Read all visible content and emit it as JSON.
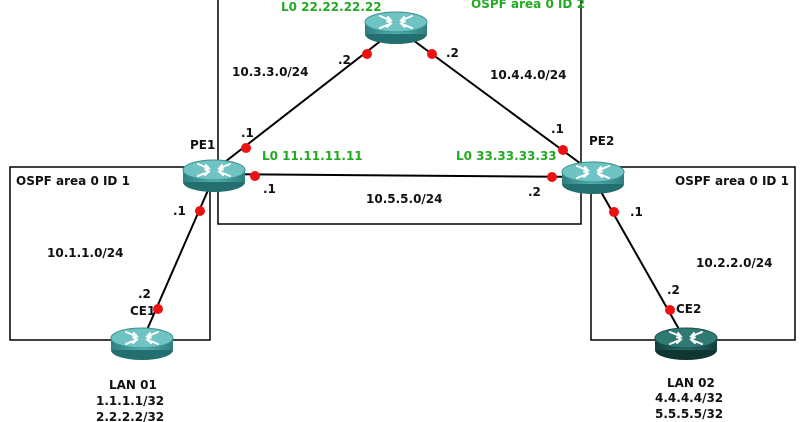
{
  "areas": {
    "area0": "OSPF area 0 ID 2",
    "left": "OSPF area 0  ID 1",
    "right": "OSPF area 0  ID 1"
  },
  "routers": {
    "p": {
      "loopback": "L0 22.22.22.22"
    },
    "pe1": {
      "name": "PE1",
      "loopback": "L0 11.11.11.11"
    },
    "pe2": {
      "name": "PE2",
      "loopback": "L0 33.33.33.33"
    },
    "ce1": {
      "name": "CE1",
      "lan_name": "LAN 01",
      "lan_routes": [
        "1.1.1.1/32",
        "2.2.2.2/32"
      ]
    },
    "ce2": {
      "name": "CE2",
      "lan_name": "LAN 02",
      "lan_routes": [
        "4.4.4.4/32",
        "5.5.5.5/32"
      ]
    }
  },
  "links": {
    "pe1_p": {
      "subnet": "10.3.3.0/24",
      "pe1_host": ".1",
      "p_host": ".2"
    },
    "p_pe2": {
      "subnet": "10.4.4.0/24",
      "p_host": ".2",
      "pe2_host": ".1"
    },
    "pe1_pe2": {
      "subnet": "10.5.5.0/24",
      "pe1_host": ".1",
      "pe2_host": ".2"
    },
    "pe1_ce1": {
      "subnet": "10.1.1.0/24",
      "pe1_host": ".1",
      "ce1_host": ".2"
    },
    "pe2_ce2": {
      "subnet": "10.2.2.0/24",
      "pe2_host": ".1",
      "ce2_host": ".2"
    }
  },
  "colors": {
    "router_teal": "#3f9f9f",
    "router_dark": "#1f5f5a",
    "loopback_green": "#22aa22",
    "port_red": "#ee1111"
  }
}
